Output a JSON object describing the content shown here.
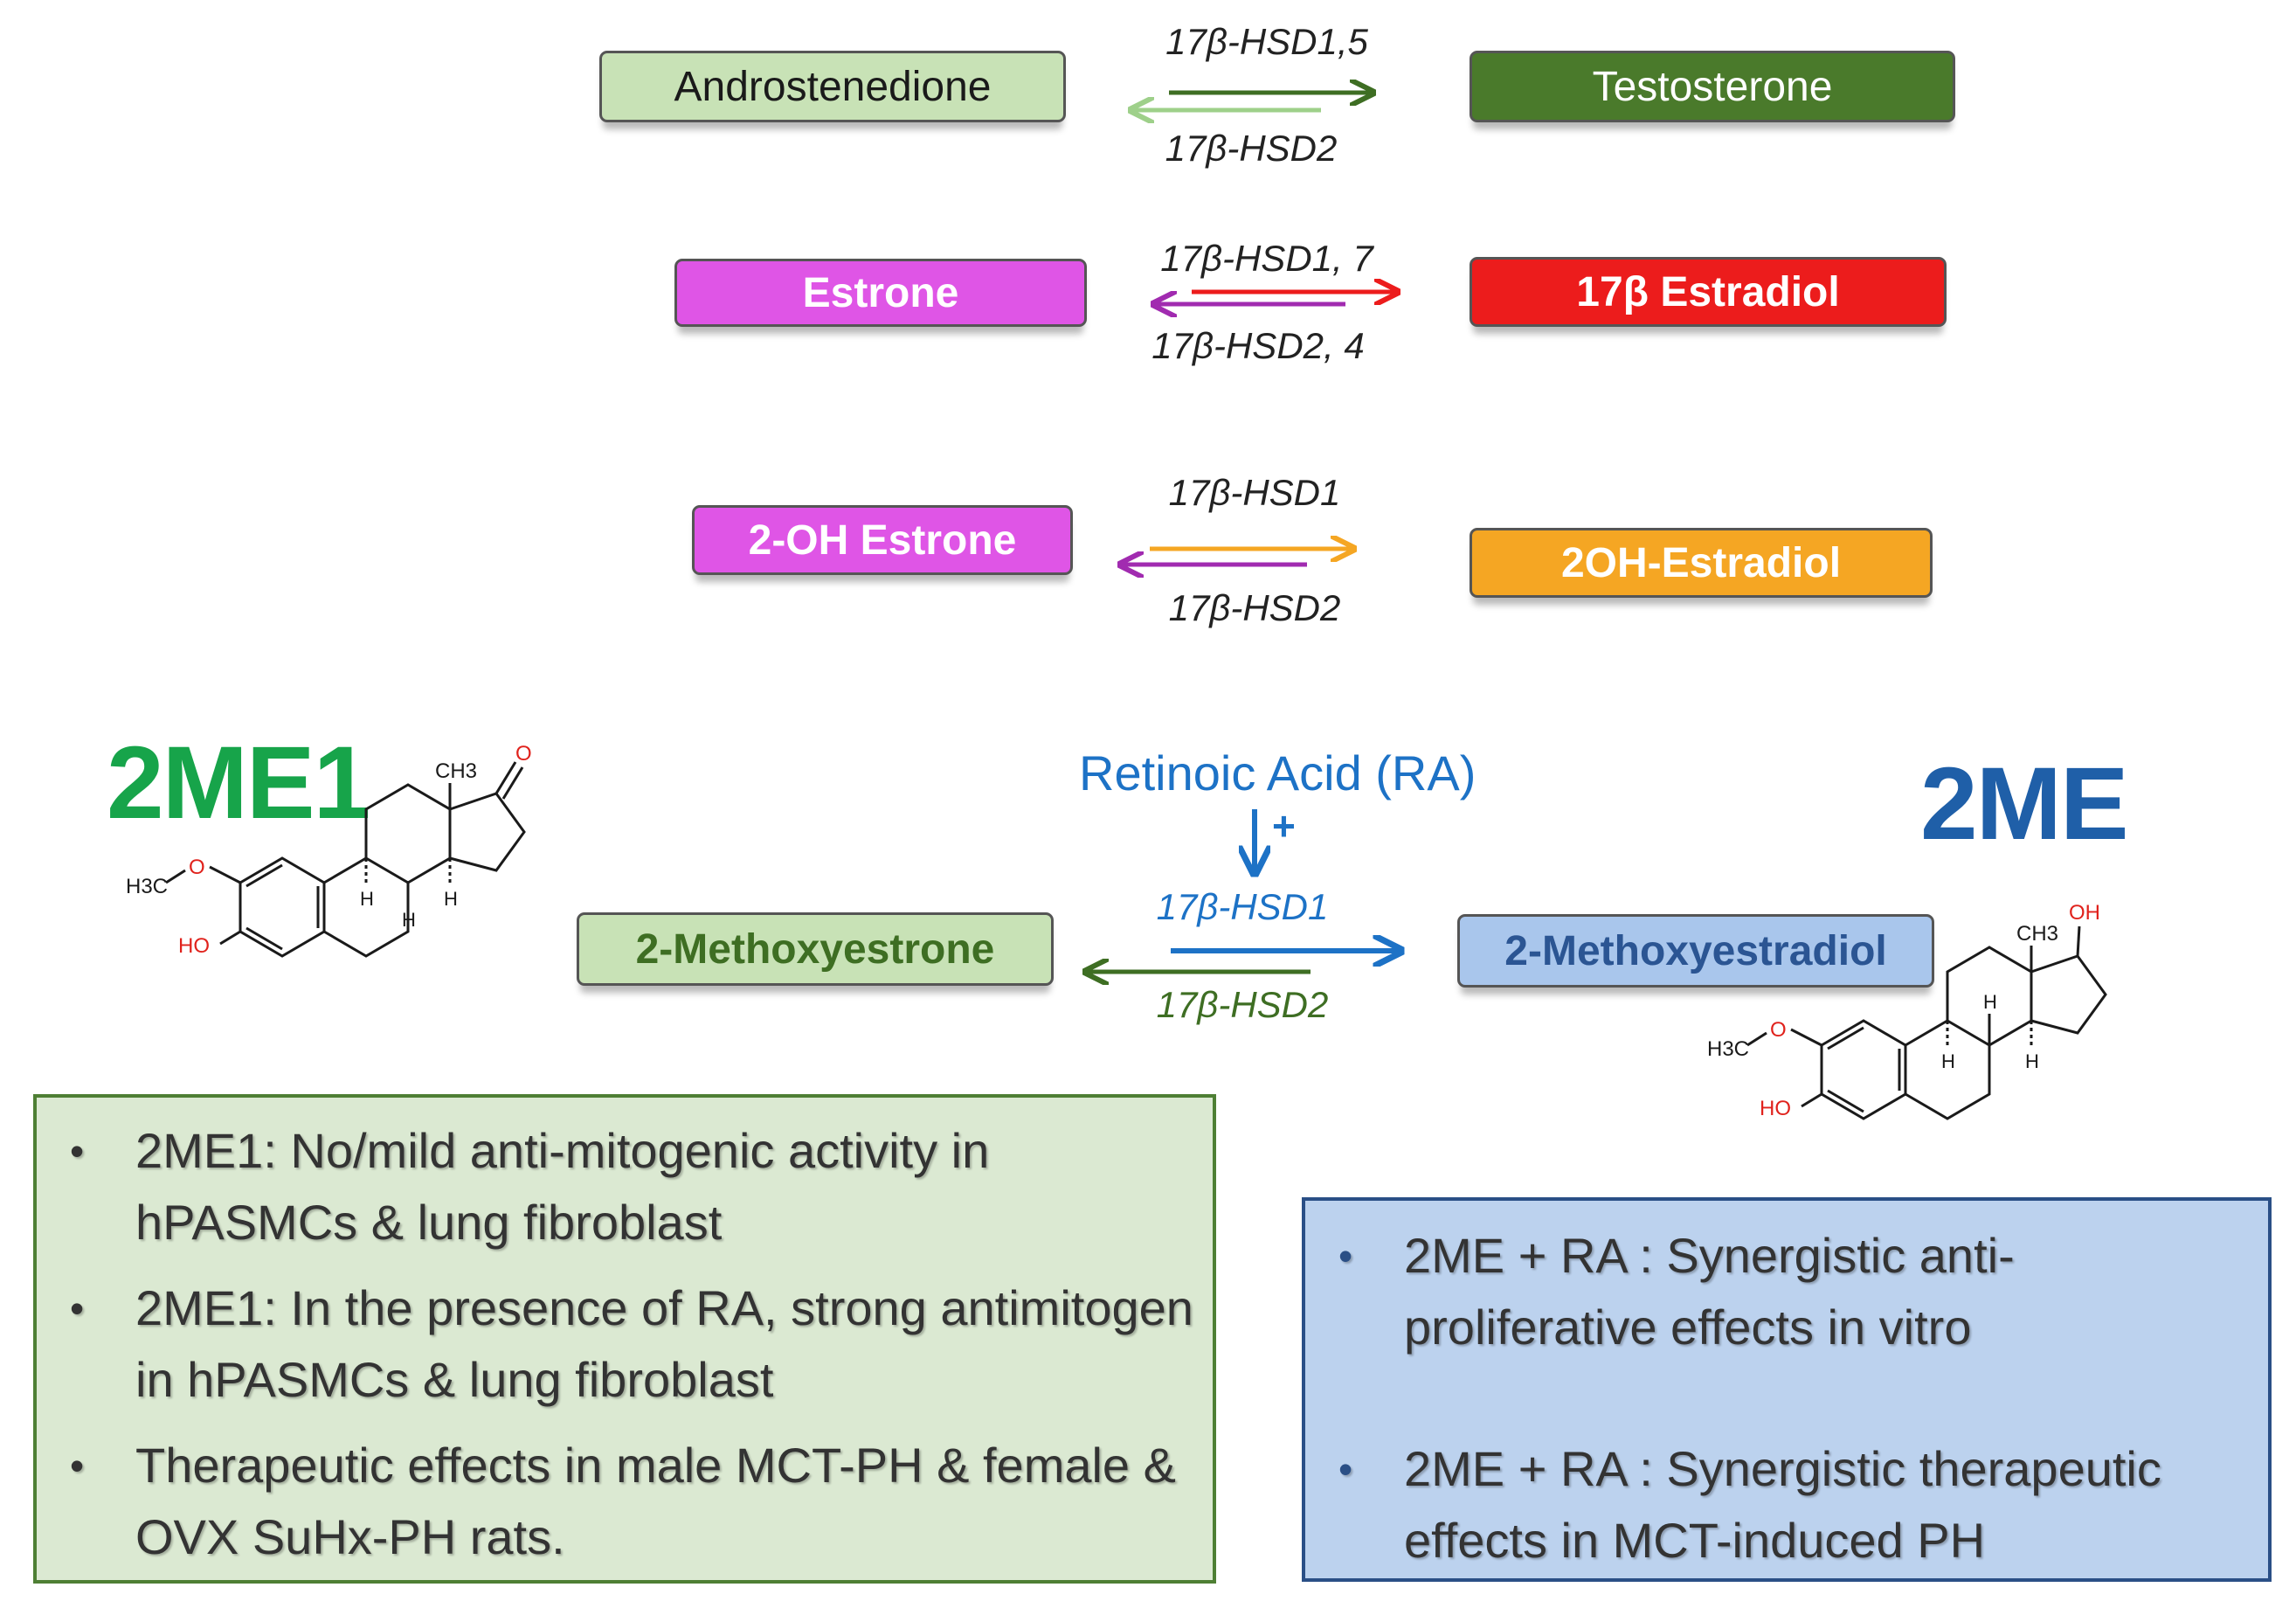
{
  "reactions": [
    {
      "substrate": "Androstenedione",
      "product": "Testosterone",
      "forward_enzyme": "17β-HSD1,5",
      "reverse_enzyme": "17β-HSD2",
      "colors": {
        "substrate_bg": "#c8e2b6",
        "substrate_text": "#1a1a1a",
        "product_bg": "#4a7a2b",
        "product_text": "#ffffff",
        "forward_arrow": "#3e6e23",
        "reverse_arrow": "#9ed08a"
      }
    },
    {
      "substrate": "Estrone",
      "product": "17β Estradiol",
      "forward_enzyme": "17β-HSD1, 7",
      "reverse_enzyme": "17β-HSD2, 4",
      "colors": {
        "substrate_bg": "#df55e6",
        "substrate_text": "#ffffff",
        "product_bg": "#ec1c1c",
        "product_text": "#ffffff",
        "forward_arrow": "#ec1c1c",
        "reverse_arrow": "#a12bb0"
      }
    },
    {
      "substrate": "2-OH Estrone",
      "product": "2OH-Estradiol",
      "forward_enzyme": "17β-HSD1",
      "reverse_enzyme": "17β-HSD2",
      "colors": {
        "substrate_bg": "#df55e6",
        "substrate_text": "#ffffff",
        "product_bg": "#f5a623",
        "product_text": "#ffffff",
        "forward_arrow": "#f5a623",
        "reverse_arrow": "#a12bb0"
      }
    },
    {
      "substrate": "2-Methoxyestrone",
      "product": "2-Methoxyestradiol",
      "forward_enzyme": "17β-HSD1",
      "reverse_enzyme": "17β-HSD2",
      "colors": {
        "substrate_bg": "#c8e2b6",
        "substrate_text": "#3e6e23",
        "product_bg": "#a9c6ec",
        "product_text": "#2b5593",
        "forward_arrow": "#1d72c6",
        "reverse_arrow": "#3e6e23"
      }
    }
  ],
  "regulator": {
    "label": "Retinoic Acid (RA)",
    "sign": "+",
    "color": "#1d72c6"
  },
  "compound_left": {
    "name": "2ME1",
    "color": "#17a44a",
    "atoms": {
      "methyl": "CH3",
      "oxo": "O",
      "methoxy_c": "H3C",
      "methoxy_o": "O",
      "hydroxy": "HO",
      "h_top": "H",
      "h_left": "H",
      "h_right": "H"
    }
  },
  "compound_right": {
    "name": "2ME",
    "color": "#1f5fa8",
    "atoms": {
      "methyl": "CH3",
      "hydroxy_top": "OH",
      "methoxy_c": "H3C",
      "methoxy_o": "O",
      "hydroxy": "HO",
      "h_top": "H",
      "h_left": "H",
      "h_right": "H"
    }
  },
  "panel_left": {
    "bg": "#dbe9d2",
    "border": "#4e7f34",
    "items": [
      "2ME1: No/mild anti-mitogenic activity in hPASMCs & lung fibroblast",
      "2ME1: In the presence of RA, strong antimitogen in hPASMCs & lung fibroblast",
      "Therapeutic effects in male MCT-PH & female & OVX SuHx-PH rats."
    ]
  },
  "panel_right": {
    "bg": "#bcd2ee",
    "border": "#2a4f86",
    "items": [
      "2ME + RA : Synergistic anti-proliferative effects in vitro",
      "2ME + RA : Synergistic therapeutic effects in MCT-induced PH"
    ]
  },
  "bullet_glyph": "•"
}
